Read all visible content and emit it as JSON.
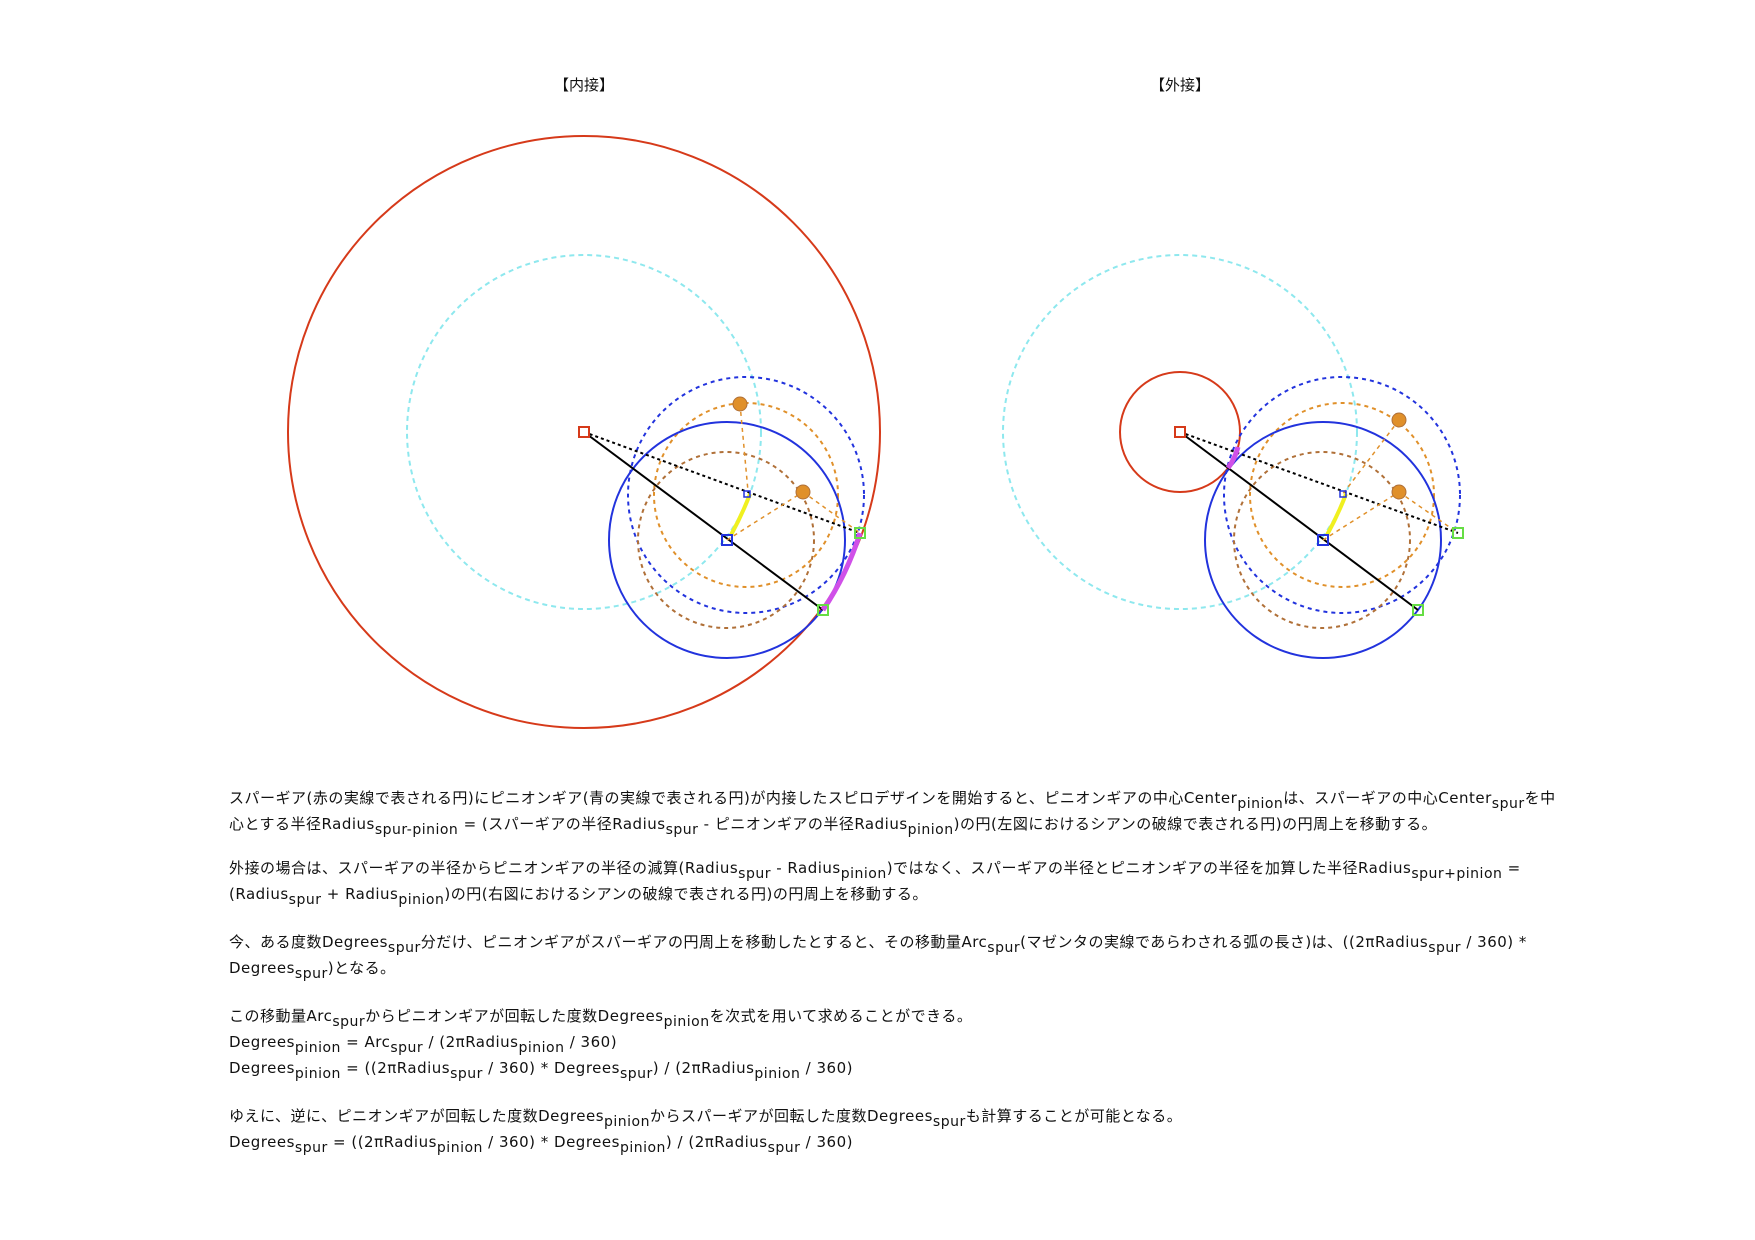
{
  "captions": {
    "left": "【内接】",
    "right": "【外接】"
  },
  "colors": {
    "spur": "#d63a1a",
    "pinion": "#2233dd",
    "cyan_dashed": "#8ee8ee",
    "blue_dashed": "#2233dd",
    "orange_dashed": "#e0902a",
    "brown_dashed": "#b07038",
    "magenta_arc": "#d050e8",
    "yellow_arc": "#f0f020",
    "green_marker": "#66dd44",
    "orange_dot": "#e0902a"
  },
  "paragraphs": {
    "p1": {
      "t1": "スパーギア(赤の実線で表される円)にピニオンギア(青の実線で表される円)が内接したスピロデザインを開始すると、ピニオンギアの中心Center",
      "s1": "pinion",
      "t2": "は、スパーギアの中心Center",
      "s2": "spur",
      "t3": "を中心とする半径Radius",
      "s3": "spur-pinion",
      "t4": " = (スパーギアの半径Radius",
      "s4": "spur",
      "t5": " - ピニオンギアの半径Radius",
      "s5": "pinion",
      "t6": ")の円(左図におけるシアンの破線で表される円)の円周上を移動する。"
    },
    "p2": {
      "t1": "外接の場合は、スパーギアの半径からピニオンギアの半径の減算(Radius",
      "s1": "spur",
      "t2": " - Radius",
      "s2": "pinion",
      "t3": ")ではなく、スパーギアの半径とピニオンギアの半径を加算した半径Radius",
      "s3": "spur+pinion",
      "t4": " = (Radius",
      "s4": "spur",
      "t5": " + Radius",
      "s5": "pinion",
      "t6": ")の円(右図におけるシアンの破線で表される円)の円周上を移動する。"
    },
    "p3": {
      "t1": "今、ある度数Degrees",
      "s1": "spur",
      "t2": "分だけ、ピニオンギアがスパーギアの円周上を移動したとすると、その移動量Arc",
      "s2": "spur",
      "t3": "(マゼンタの実線であらわされる弧の長さ)は、((2πRadius",
      "s3": "spur",
      "t4": " / 360) * Degrees",
      "s4": "spur",
      "t5": ")となる。"
    },
    "p4": {
      "l1": {
        "t1": "この移動量Arc",
        "s1": "spur",
        "t2": "からピニオンギアが回転した度数Degrees",
        "s2": "pinion",
        "t3": "を次式を用いて求めることができる。"
      },
      "l2": {
        "t1": "Degrees",
        "s1": "pinion",
        "t2": " = Arc",
        "s2": "spur",
        "t3": " / (2πRadius",
        "s3": "pinion",
        "t4": " / 360)"
      },
      "l3": {
        "t1": "Degrees",
        "s1": "pinion",
        "t2": " = ((2πRadius",
        "s2": "spur",
        "t3": " / 360) * Degrees",
        "s3": "spur",
        "t4": ") / (2πRadius",
        "s4": "pinion",
        "t5": " / 360)"
      }
    },
    "p5": {
      "l1": {
        "t1": "ゆえに、逆に、ピニオンギアが回転した度数Degrees",
        "s1": "pinion",
        "t2": "からスパーギアが回転した度数Degrees",
        "s2": "spur",
        "t3": "も計算することが可能となる。"
      },
      "l2": {
        "t1": "Degrees",
        "s1": "spur",
        "t2": " = ((2πRadius",
        "s2": "pinion",
        "t3": " / 360) * Degrees",
        "s3": "pinion",
        "t4": ") / (2πRadius",
        "s4": "spur",
        "t5": " / 360)"
      }
    }
  }
}
